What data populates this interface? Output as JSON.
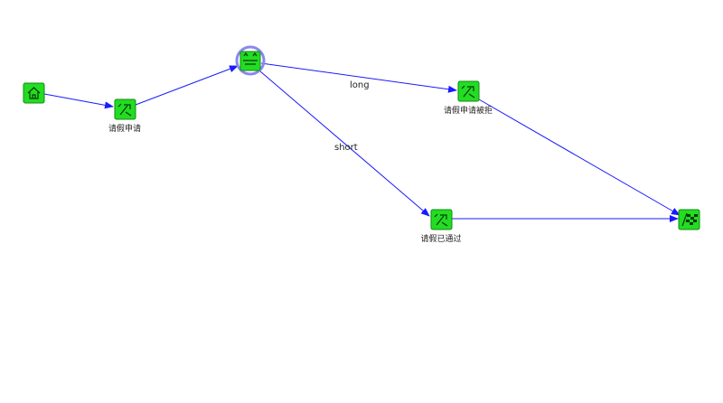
{
  "diagram": {
    "nodes": {
      "start": {
        "icon": "home-icon"
      },
      "apply": {
        "label": "请假申请",
        "icon": "task-icon"
      },
      "decision": {
        "icon": "gateway-icon",
        "selected": true
      },
      "rejected": {
        "label": "请假申请被拒",
        "icon": "task-icon"
      },
      "approved": {
        "label": "请假已通过",
        "icon": "task-icon"
      },
      "end": {
        "icon": "checkered-flag-icon"
      }
    },
    "edges": [
      {
        "from": "start",
        "to": "apply",
        "label": ""
      },
      {
        "from": "apply",
        "to": "decision",
        "label": ""
      },
      {
        "from": "decision",
        "to": "rejected",
        "label": "long"
      },
      {
        "from": "decision",
        "to": "approved",
        "label": "short"
      },
      {
        "from": "rejected",
        "to": "end",
        "label": ""
      },
      {
        "from": "approved",
        "to": "end",
        "label": ""
      }
    ],
    "colors": {
      "edge": "#1a1aff",
      "node_fill": "#22dd22",
      "selection_ring": "#8888ee"
    }
  }
}
